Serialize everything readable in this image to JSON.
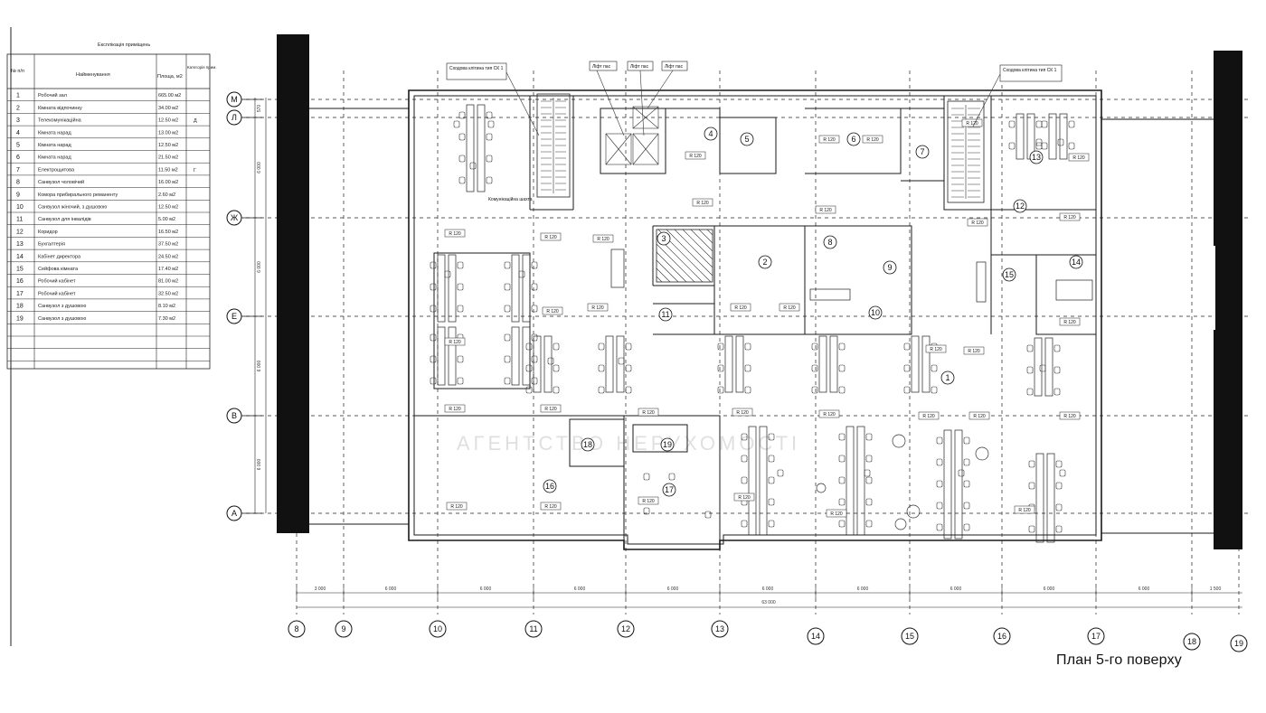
{
  "table": {
    "title": "Експлікація приміщень",
    "headers": [
      "№ п/п",
      "Найменування",
      "Площа, м2",
      "Категорія прим."
    ],
    "rows": [
      {
        "n": "1",
        "name": "Робочий зал",
        "area": "665.00 м2"
      },
      {
        "n": "2",
        "name": "Кімната відпочинку",
        "area": "34.00 м2"
      },
      {
        "n": "3",
        "name": "Телекомунікаційна",
        "area": "12.50 м2",
        "cat": "Д"
      },
      {
        "n": "4",
        "name": "Кімната нарад",
        "area": "13.00 м2"
      },
      {
        "n": "5",
        "name": "Кімната нарад",
        "area": "12.50 м2"
      },
      {
        "n": "6",
        "name": "Кімната нарад",
        "area": "21.50 м2"
      },
      {
        "n": "7",
        "name": "Електрощитова",
        "area": "11.50 м2",
        "cat": "Г"
      },
      {
        "n": "8",
        "name": "Санвузол чоловічий",
        "area": "16.00 м2"
      },
      {
        "n": "9",
        "name": "Комора прибирального реманенту",
        "area": "2.60 м2"
      },
      {
        "n": "10",
        "name": "Санвузол жіночий, з душовою",
        "area": "12.50 м2"
      },
      {
        "n": "11",
        "name": "Санвузол для інвалідів",
        "area": "5.00 м2"
      },
      {
        "n": "12",
        "name": "Коридор",
        "area": "16.50 м2"
      },
      {
        "n": "13",
        "name": "Бухгалтерія",
        "area": "37.50 м2"
      },
      {
        "n": "14",
        "name": "Кабінет директора",
        "area": "24.50 м2"
      },
      {
        "n": "15",
        "name": "Сейфова кімната",
        "area": "17.40 м2"
      },
      {
        "n": "16",
        "name": "Робочий кабінет",
        "area": "81.00 м2"
      },
      {
        "n": "17",
        "name": "Робочий кабінет",
        "area": "32.50 м2"
      },
      {
        "n": "18",
        "name": "Санвузол з душовою",
        "area": "8.10 м2"
      },
      {
        "n": "19",
        "name": "Санвузол з душовою",
        "area": "7.30 м2"
      }
    ]
  },
  "axes": {
    "rows": [
      "М",
      "Л",
      "Ж",
      "Е",
      "В",
      "А"
    ],
    "columns": [
      "8",
      "9",
      "10",
      "11",
      "12",
      "13",
      "14",
      "15",
      "16",
      "17",
      "18",
      "19"
    ]
  },
  "rooms": [
    {
      "id": "1"
    },
    {
      "id": "2"
    },
    {
      "id": "3"
    },
    {
      "id": "4"
    },
    {
      "id": "5"
    },
    {
      "id": "6"
    },
    {
      "id": "7"
    },
    {
      "id": "8"
    },
    {
      "id": "9"
    },
    {
      "id": "10"
    },
    {
      "id": "11"
    },
    {
      "id": "12"
    },
    {
      "id": "13"
    },
    {
      "id": "14"
    },
    {
      "id": "15"
    },
    {
      "id": "16"
    },
    {
      "id": "17"
    },
    {
      "id": "18"
    },
    {
      "id": "19"
    }
  ],
  "fire_rating_tag": "R 120",
  "callouts": {
    "stair_left": "Сходова клітина тип СК 1",
    "stair_right": "Сходова клітина тип СК 1",
    "lift_a": "Ліфт пас",
    "lift_b": "Ліфт пас",
    "lift_c": "Ліфт пас",
    "shaft": "Комунікаційна шахта"
  },
  "dimensions": {
    "bottom_segments": [
      "3 000",
      "6 000",
      "6 000",
      "6 000",
      "6 000",
      "6 000",
      "6 000",
      "6 000",
      "6 000",
      "6 000",
      "1 500"
    ],
    "bottom_total": "63 000",
    "left_segments": [
      "570",
      "6 000",
      "6 000",
      "6 000",
      "6 000"
    ]
  },
  "watermark": "АГЕНТСТВО НЕРУХОМОСТІ",
  "caption": "План 5-го поверху"
}
